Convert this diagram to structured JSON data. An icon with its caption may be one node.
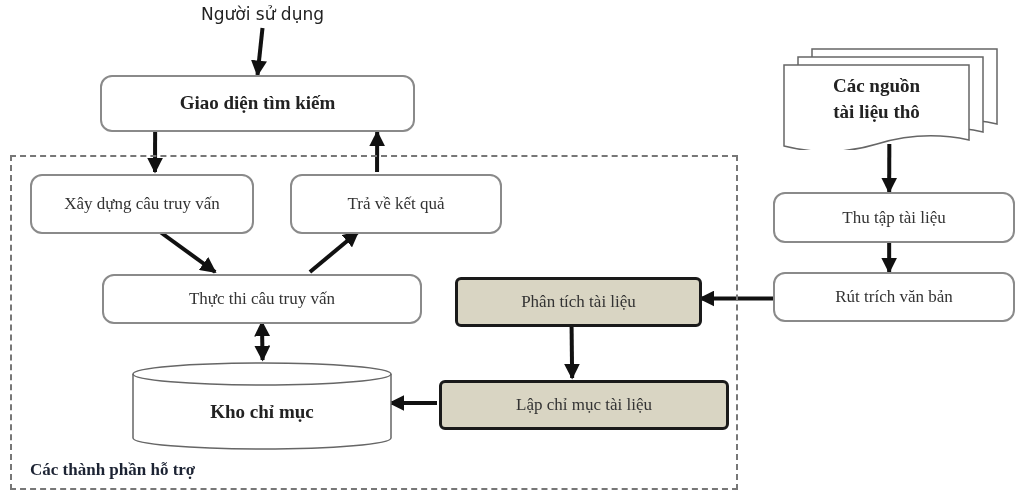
{
  "diagram": {
    "nodes": [
      {
        "text": [
          "Người sử dụng"
        ]
      },
      {
        "text": [
          "Giao diện tìm kiếm"
        ]
      },
      {
        "text": [
          "Các thành phần hỗ trợ"
        ]
      },
      {
        "text": [
          "Xây dựng câu truy vấn"
        ],
        "in": 2
      },
      {
        "text": [
          "Trả về kết quả"
        ],
        "in": 2
      },
      {
        "text": [
          "Thực thi câu truy vấn"
        ],
        "in": 2
      },
      {
        "text": [
          "Kho chỉ mục"
        ],
        "in": 2
      },
      {
        "text": [
          "Phân tích tài liệu"
        ],
        "in": 2
      },
      {
        "text": [
          "Lập chỉ mục tài liệu"
        ],
        "in": 2
      },
      {
        "text": [
          "Các nguồn tài liệu thô"
        ]
      },
      {
        "text": [
          "Thu tập tài liệu"
        ]
      },
      {
        "text": [
          "Rút trích văn bản"
        ]
      }
    ],
    "edges": [
      {
        "from": 0,
        "to": 1,
        "arrow": "to"
      },
      {
        "from": 1,
        "to": 3,
        "arrow": "to"
      },
      {
        "from": 4,
        "to": 1,
        "arrow": "to"
      },
      {
        "from": 3,
        "to": 5,
        "arrow": "to"
      },
      {
        "from": 5,
        "to": 4,
        "arrow": "to"
      },
      {
        "from": 5,
        "to": 6,
        "arrow": "both"
      },
      {
        "from": 7,
        "to": 8,
        "arrow": "to"
      },
      {
        "from": 8,
        "to": 6,
        "arrow": "to"
      },
      {
        "from": 11,
        "to": 7,
        "arrow": "to"
      },
      {
        "from": 9,
        "to": 10,
        "arrow": "to"
      },
      {
        "from": 10,
        "to": 11,
        "arrow": "to"
      }
    ]
  }
}
